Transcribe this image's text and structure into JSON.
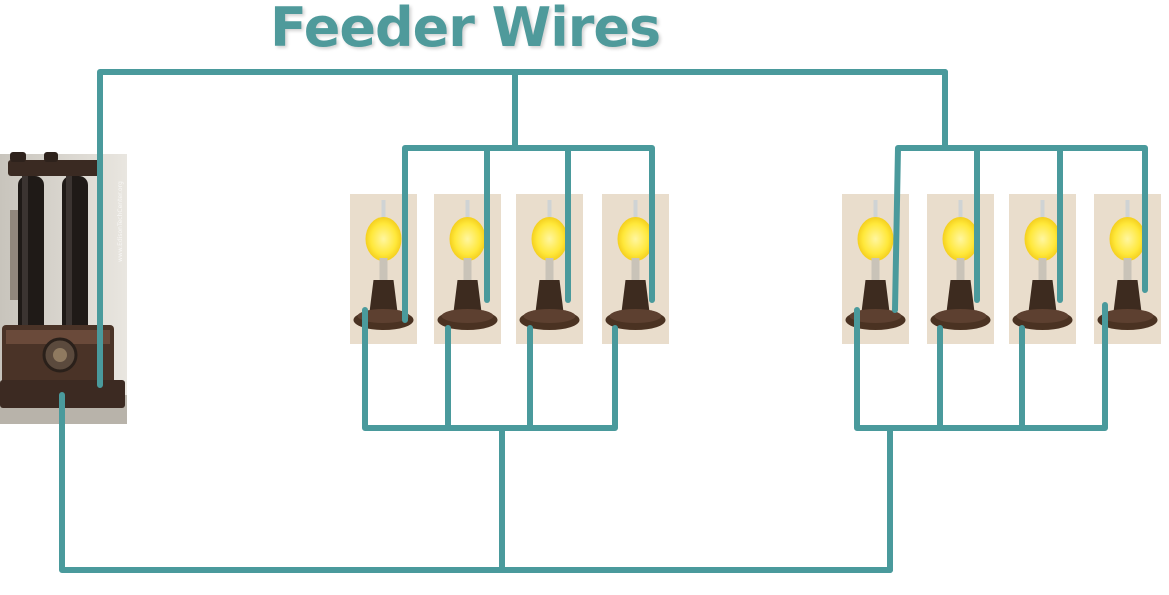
{
  "title": "Feeder Wires",
  "generator_photo_watermark": "www.EdisonTechCenter.org",
  "colors": {
    "wire": "#4a9a9c",
    "title": "#4f9a9b",
    "bulb_glow": "#ffe83a",
    "bulb_base": "#3d2b1f",
    "photo_bg": "#e8dccb"
  },
  "bulb_groups": [
    {
      "name": "left",
      "bulb_count": 4
    },
    {
      "name": "right",
      "bulb_count": 4
    }
  ]
}
